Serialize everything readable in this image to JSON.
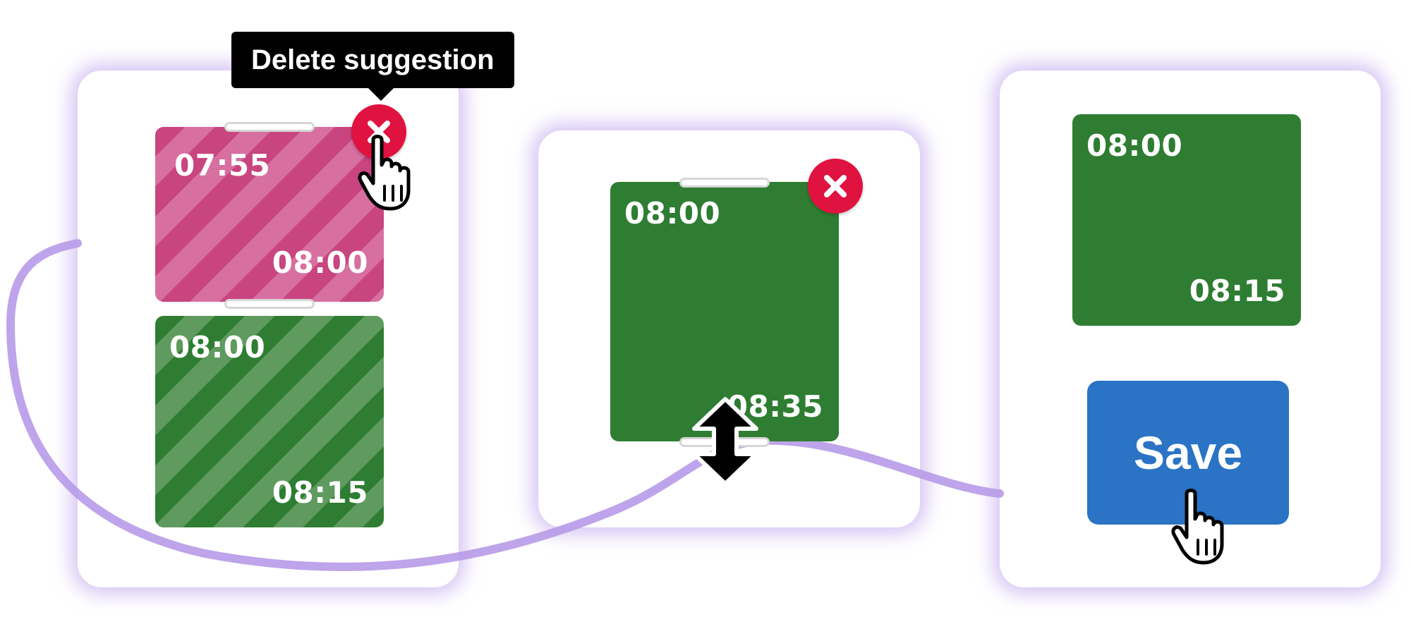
{
  "tooltip": {
    "text": "Delete suggestion"
  },
  "panels": {
    "left": {
      "top_block": {
        "start": "07:55",
        "end": "08:00",
        "color": "#c8457f"
      },
      "bottom_block": {
        "start": "08:00",
        "end": "08:15",
        "color": "#2e7d32"
      }
    },
    "middle": {
      "block": {
        "start": "08:00",
        "end": "08:35",
        "color": "#2e7d32"
      }
    },
    "right": {
      "block": {
        "start": "08:00",
        "end": "08:15",
        "color": "#2e7d32"
      },
      "save_label": "Save"
    }
  },
  "colors": {
    "accent_purple": "#b79ae8",
    "delete_red": "#e0123f",
    "save_blue": "#2a73c5"
  },
  "icons": [
    "close-icon",
    "hand-pointer-icon",
    "vertical-resize-icon"
  ]
}
